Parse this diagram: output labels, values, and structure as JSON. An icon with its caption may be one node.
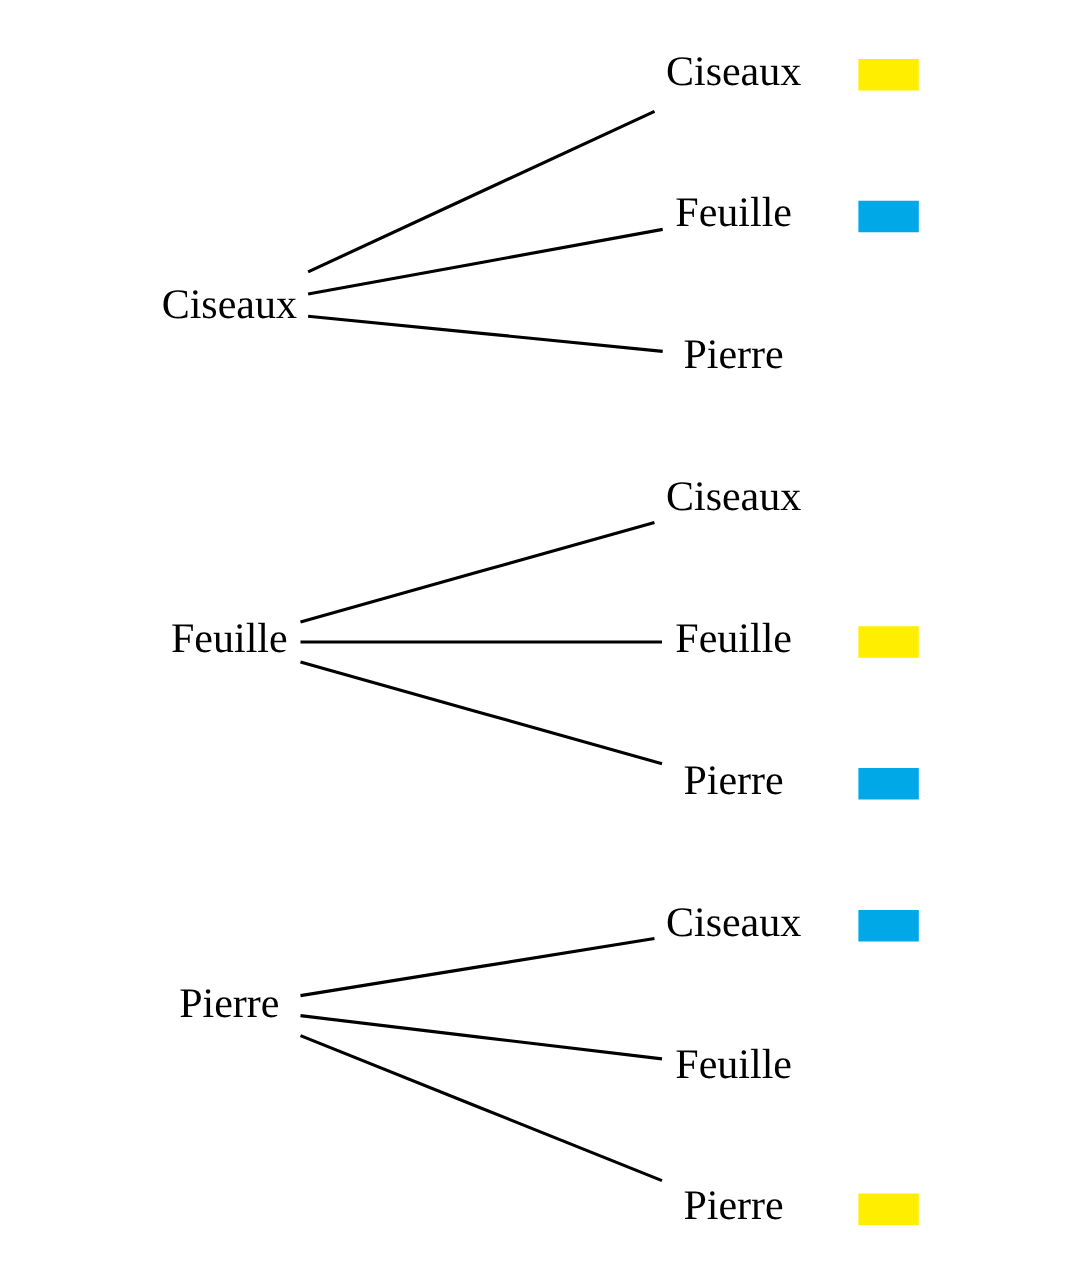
{
  "diagram": {
    "nodes": [
      {
        "text": [
          "Ciseaux"
        ]
      },
      {
        "text": [
          "Ciseaux"
        ]
      },
      {
        "text": [],
        "shape": "box"
      },
      {
        "text": [
          "Feuille"
        ]
      },
      {
        "text": [],
        "shape": "box"
      },
      {
        "text": [
          "Pierre"
        ]
      },
      {
        "text": [
          "Feuille"
        ]
      },
      {
        "text": [
          "Ciseaux"
        ]
      },
      {
        "text": [
          "Feuille"
        ]
      },
      {
        "text": [],
        "shape": "box"
      },
      {
        "text": [
          "Pierre"
        ]
      },
      {
        "text": [],
        "shape": "box"
      },
      {
        "text": [
          "Pierre"
        ]
      },
      {
        "text": [
          "Ciseaux"
        ]
      },
      {
        "text": [],
        "shape": "box"
      },
      {
        "text": [
          "Feuille"
        ]
      },
      {
        "text": [
          "Pierre"
        ]
      },
      {
        "text": [],
        "shape": "box"
      }
    ],
    "edges": [
      {
        "from": 0,
        "to": 1,
        "arrow": "none"
      },
      {
        "from": 0,
        "to": 3,
        "arrow": "none"
      },
      {
        "from": 0,
        "to": 5,
        "arrow": "none"
      },
      {
        "from": 6,
        "to": 7,
        "arrow": "none"
      },
      {
        "from": 6,
        "to": 8,
        "arrow": "none"
      },
      {
        "from": 6,
        "to": 10,
        "arrow": "none"
      },
      {
        "from": 12,
        "to": 13,
        "arrow": "none"
      },
      {
        "from": 12,
        "to": 15,
        "arrow": "none"
      },
      {
        "from": 12,
        "to": 16,
        "arrow": "none"
      }
    ]
  }
}
